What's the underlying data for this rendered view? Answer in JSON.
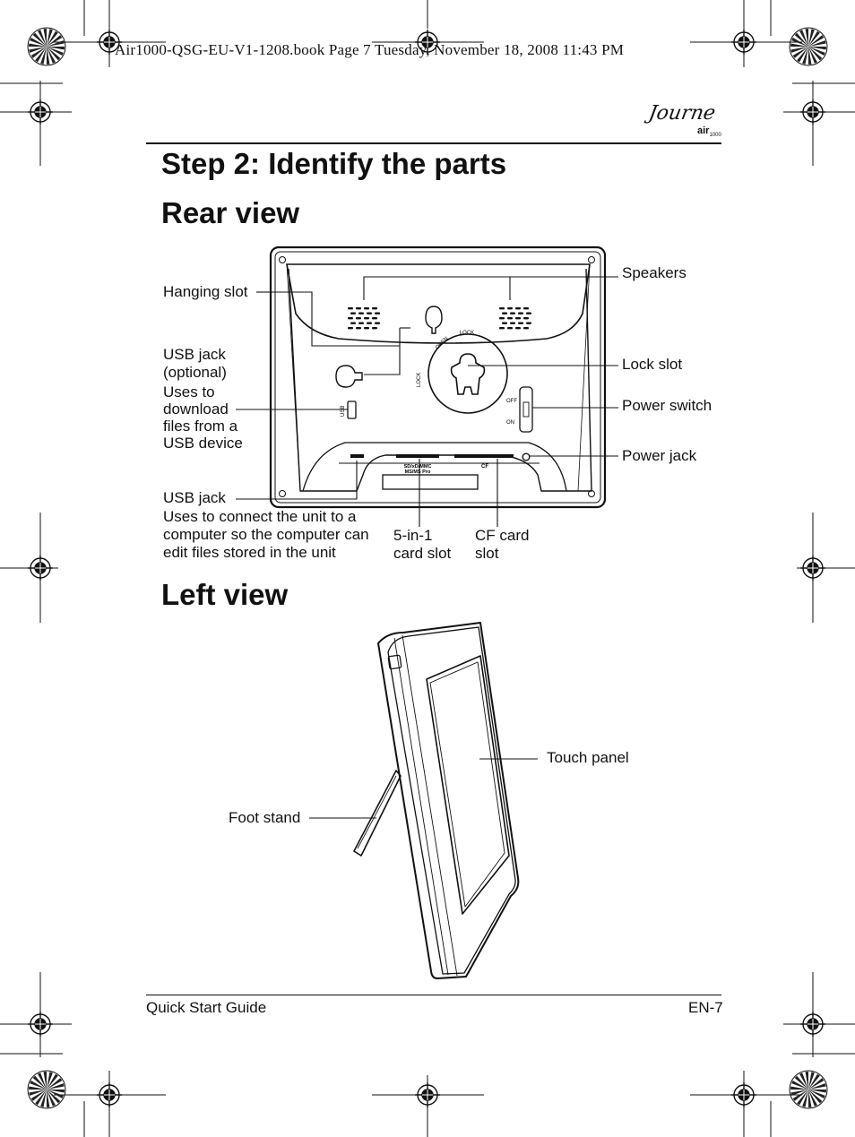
{
  "print_header": "Air1000-QSG-EU-V1-1208.book  Page 7  Tuesday, November 18, 2008  11:43 PM",
  "logo": {
    "script": "Journe",
    "product": "air",
    "model": "1000"
  },
  "step_title": "Step 2: Identify the parts",
  "rear_view": {
    "heading": "Rear view",
    "device_marks": {
      "lock_top": "LOCK",
      "open": "OPEN",
      "lock_side": "LOCK",
      "usb": "USB",
      "off": "OFF",
      "on": "ON",
      "card_slot": "SD/xD/MMC MS/MS Pro",
      "cf": "CF"
    },
    "labels": {
      "hanging_slot": "Hanging slot",
      "usb_jack_optional": [
        "USB jack",
        "(optional)",
        "Uses to",
        "download",
        "files from a",
        "USB device"
      ],
      "usb_jack": "USB jack",
      "usb_jack_desc": [
        "Uses to connect the unit to a",
        "computer so the computer can",
        "edit files stored in the unit"
      ],
      "card_slot": [
        "5-in-1",
        "card slot"
      ],
      "cf_slot": [
        "CF card",
        "slot"
      ],
      "speakers": "Speakers",
      "lock_slot": "Lock slot",
      "power_switch": "Power switch",
      "power_jack": "Power jack"
    }
  },
  "left_view": {
    "heading": "Left view",
    "labels": {
      "touch_panel": "Touch panel",
      "foot_stand": "Foot stand"
    }
  },
  "footer": {
    "left": "Quick Start Guide",
    "right": "EN-7"
  }
}
